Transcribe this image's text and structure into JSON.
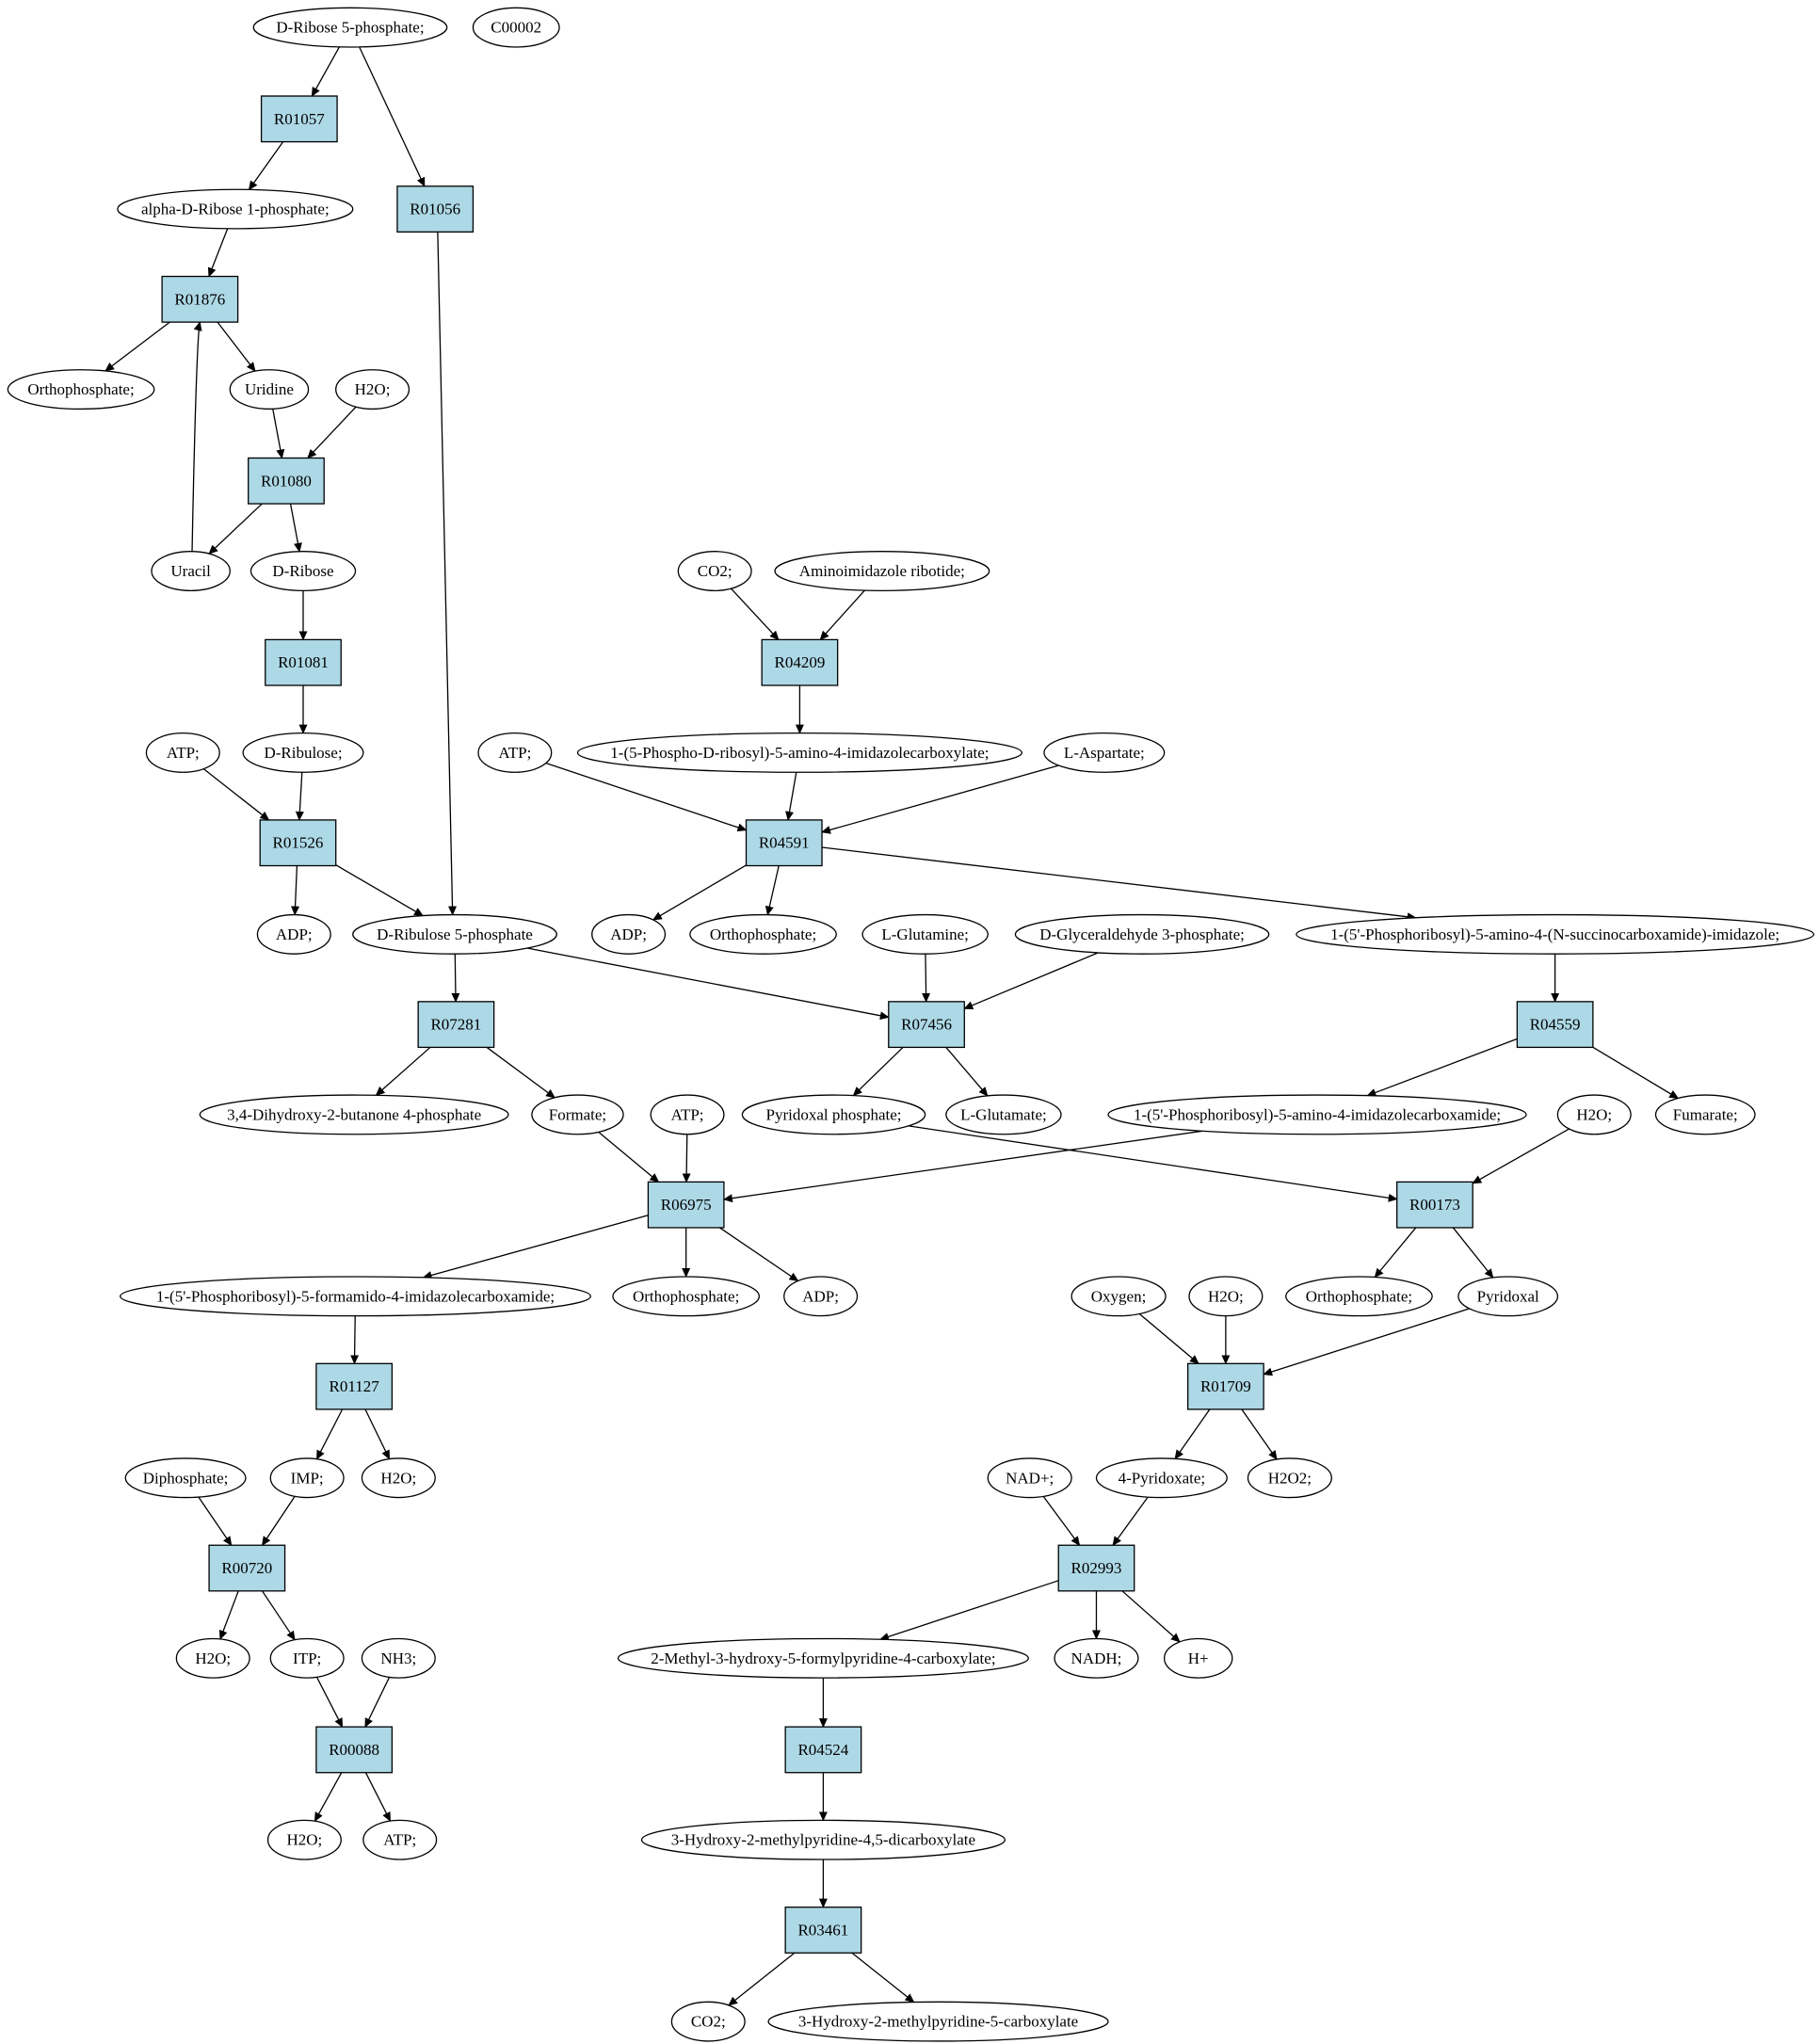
{
  "nodes": [
    {
      "id": "n_r5p",
      "label": "D-Ribose 5-phosphate;",
      "kind": "compound",
      "fill": "#00ee00"
    },
    {
      "id": "n_c00002",
      "label": "C00002",
      "kind": "compound",
      "fill": "#ffff00"
    },
    {
      "id": "R01057",
      "label": "R01057",
      "kind": "reaction"
    },
    {
      "id": "R01056",
      "label": "R01056",
      "kind": "reaction"
    },
    {
      "id": "n_adr1p",
      "label": "alpha-D-Ribose 1-phosphate;",
      "kind": "compound"
    },
    {
      "id": "R01876",
      "label": "R01876",
      "kind": "reaction"
    },
    {
      "id": "n_ortho1",
      "label": "Orthophosphate;",
      "kind": "compound"
    },
    {
      "id": "n_uridine",
      "label": "Uridine",
      "kind": "compound"
    },
    {
      "id": "n_h2o_a",
      "label": "H2O;",
      "kind": "compound"
    },
    {
      "id": "R01080",
      "label": "R01080",
      "kind": "reaction"
    },
    {
      "id": "n_uracil",
      "label": "Uracil",
      "kind": "compound"
    },
    {
      "id": "n_dribose",
      "label": "D-Ribose",
      "kind": "compound"
    },
    {
      "id": "R01081",
      "label": "R01081",
      "kind": "reaction"
    },
    {
      "id": "n_atp_a",
      "label": "ATP;",
      "kind": "compound"
    },
    {
      "id": "n_dribulose",
      "label": "D-Ribulose;",
      "kind": "compound"
    },
    {
      "id": "R01526",
      "label": "R01526",
      "kind": "reaction"
    },
    {
      "id": "n_adp_a",
      "label": "ADP;",
      "kind": "compound"
    },
    {
      "id": "n_ru5p",
      "label": "D-Ribulose 5-phosphate",
      "kind": "compound"
    },
    {
      "id": "n_co2_a",
      "label": "CO2;",
      "kind": "compound"
    },
    {
      "id": "n_air",
      "label": "Aminoimidazole ribotide;",
      "kind": "compound"
    },
    {
      "id": "R04209",
      "label": "R04209",
      "kind": "reaction"
    },
    {
      "id": "n_atp_b",
      "label": "ATP;",
      "kind": "compound"
    },
    {
      "id": "n_cair",
      "label": "1-(5-Phospho-D-ribosyl)-5-amino-4-imidazolecarboxylate;",
      "kind": "compound"
    },
    {
      "id": "n_asp",
      "label": "L-Aspartate;",
      "kind": "compound"
    },
    {
      "id": "R04591",
      "label": "R04591",
      "kind": "reaction"
    },
    {
      "id": "n_adp_b",
      "label": "ADP;",
      "kind": "compound"
    },
    {
      "id": "n_ortho2",
      "label": "Orthophosphate;",
      "kind": "compound"
    },
    {
      "id": "n_gln",
      "label": "L-Glutamine;",
      "kind": "compound"
    },
    {
      "id": "n_g3p",
      "label": "D-Glyceraldehyde 3-phosphate;",
      "kind": "compound"
    },
    {
      "id": "n_saicar",
      "label": "1-(5'-Phosphoribosyl)-5-amino-4-(N-succinocarboxamide)-imidazole;",
      "kind": "compound"
    },
    {
      "id": "R07281",
      "label": "R07281",
      "kind": "reaction"
    },
    {
      "id": "R07456",
      "label": "R07456",
      "kind": "reaction"
    },
    {
      "id": "R04559",
      "label": "R04559",
      "kind": "reaction"
    },
    {
      "id": "n_dhbp",
      "label": "3,4-Dihydroxy-2-butanone 4-phosphate",
      "kind": "compound"
    },
    {
      "id": "n_formate",
      "label": "Formate;",
      "kind": "compound"
    },
    {
      "id": "n_atp_c",
      "label": "ATP;",
      "kind": "compound"
    },
    {
      "id": "n_plp",
      "label": "Pyridoxal phosphate;",
      "kind": "compound"
    },
    {
      "id": "n_glu",
      "label": "L-Glutamate;",
      "kind": "compound"
    },
    {
      "id": "n_aicar",
      "label": "1-(5'-Phosphoribosyl)-5-amino-4-imidazolecarboxamide;",
      "kind": "compound"
    },
    {
      "id": "n_h2o_b",
      "label": "H2O;",
      "kind": "compound"
    },
    {
      "id": "n_fumarate",
      "label": "Fumarate;",
      "kind": "compound"
    },
    {
      "id": "R06975",
      "label": "R06975",
      "kind": "reaction"
    },
    {
      "id": "R00173",
      "label": "R00173",
      "kind": "reaction"
    },
    {
      "id": "n_faicar",
      "label": "1-(5'-Phosphoribosyl)-5-formamido-4-imidazolecarboxamide;",
      "kind": "compound"
    },
    {
      "id": "n_ortho3",
      "label": "Orthophosphate;",
      "kind": "compound"
    },
    {
      "id": "n_adp_c",
      "label": "ADP;",
      "kind": "compound"
    },
    {
      "id": "n_oxygen",
      "label": "Oxygen;",
      "kind": "compound"
    },
    {
      "id": "n_h2o_c",
      "label": "H2O;",
      "kind": "compound"
    },
    {
      "id": "n_ortho4",
      "label": "Orthophosphate;",
      "kind": "compound"
    },
    {
      "id": "n_pyridoxal",
      "label": "Pyridoxal",
      "kind": "compound"
    },
    {
      "id": "R01127",
      "label": "R01127",
      "kind": "reaction"
    },
    {
      "id": "R01709",
      "label": "R01709",
      "kind": "reaction"
    },
    {
      "id": "n_diphos",
      "label": "Diphosphate;",
      "kind": "compound"
    },
    {
      "id": "n_imp",
      "label": "IMP;",
      "kind": "compound"
    },
    {
      "id": "n_h2o_d",
      "label": "H2O;",
      "kind": "compound"
    },
    {
      "id": "n_nad",
      "label": "NAD+;",
      "kind": "compound"
    },
    {
      "id": "n_4pa",
      "label": "4-Pyridoxate;",
      "kind": "compound"
    },
    {
      "id": "n_h2o2",
      "label": "H2O2;",
      "kind": "compound"
    },
    {
      "id": "R00720",
      "label": "R00720",
      "kind": "reaction"
    },
    {
      "id": "R02993",
      "label": "R02993",
      "kind": "reaction"
    },
    {
      "id": "n_h2o_e",
      "label": "H2O;",
      "kind": "compound"
    },
    {
      "id": "n_itp",
      "label": "ITP;",
      "kind": "compound"
    },
    {
      "id": "n_nh3",
      "label": "NH3;",
      "kind": "compound"
    },
    {
      "id": "n_mhfpc",
      "label": "2-Methyl-3-hydroxy-5-formylpyridine-4-carboxylate;",
      "kind": "compound"
    },
    {
      "id": "n_nadh",
      "label": "NADH;",
      "kind": "compound"
    },
    {
      "id": "n_hplus",
      "label": "H+",
      "kind": "compound"
    },
    {
      "id": "R00088",
      "label": "R00088",
      "kind": "reaction"
    },
    {
      "id": "R04524",
      "label": "R04524",
      "kind": "reaction"
    },
    {
      "id": "n_h2o_f",
      "label": "H2O;",
      "kind": "compound"
    },
    {
      "id": "n_atp_d",
      "label": "ATP;",
      "kind": "compound"
    },
    {
      "id": "n_hmpdc",
      "label": "3-Hydroxy-2-methylpyridine-4,5-dicarboxylate",
      "kind": "compound"
    },
    {
      "id": "R03461",
      "label": "R03461",
      "kind": "reaction"
    },
    {
      "id": "n_co2_b",
      "label": "CO2;",
      "kind": "compound"
    },
    {
      "id": "n_hmpc",
      "label": "3-Hydroxy-2-methylpyridine-5-carboxylate",
      "kind": "compound"
    }
  ],
  "edges": [
    [
      "n_r5p",
      "R01057"
    ],
    [
      "n_r5p",
      "R01056"
    ],
    [
      "R01057",
      "n_adr1p"
    ],
    [
      "n_adr1p",
      "R01876"
    ],
    [
      "R01876",
      "n_ortho1"
    ],
    [
      "R01876",
      "n_uridine"
    ],
    [
      "n_uracil",
      "R01876"
    ],
    [
      "n_uridine",
      "R01080"
    ],
    [
      "n_h2o_a",
      "R01080"
    ],
    [
      "R01080",
      "n_uracil"
    ],
    [
      "R01080",
      "n_dribose"
    ],
    [
      "n_dribose",
      "R01081"
    ],
    [
      "R01081",
      "n_dribulose"
    ],
    [
      "n_atp_a",
      "R01526"
    ],
    [
      "n_dribulose",
      "R01526"
    ],
    [
      "R01526",
      "n_adp_a"
    ],
    [
      "R01526",
      "n_ru5p"
    ],
    [
      "R01056",
      "n_ru5p"
    ],
    [
      "n_co2_a",
      "R04209"
    ],
    [
      "n_air",
      "R04209"
    ],
    [
      "R04209",
      "n_cair"
    ],
    [
      "n_atp_b",
      "R04591"
    ],
    [
      "n_cair",
      "R04591"
    ],
    [
      "n_asp",
      "R04591"
    ],
    [
      "R04591",
      "n_adp_b"
    ],
    [
      "R04591",
      "n_ortho2"
    ],
    [
      "R04591",
      "n_saicar"
    ],
    [
      "n_ru5p",
      "R07281"
    ],
    [
      "n_ru5p",
      "R07456"
    ],
    [
      "n_gln",
      "R07456"
    ],
    [
      "n_g3p",
      "R07456"
    ],
    [
      "n_saicar",
      "R04559"
    ],
    [
      "R07281",
      "n_dhbp"
    ],
    [
      "R07281",
      "n_formate"
    ],
    [
      "R07456",
      "n_plp"
    ],
    [
      "R07456",
      "n_glu"
    ],
    [
      "R04559",
      "n_aicar"
    ],
    [
      "R04559",
      "n_fumarate"
    ],
    [
      "n_formate",
      "R06975"
    ],
    [
      "n_atp_c",
      "R06975"
    ],
    [
      "n_aicar",
      "R06975"
    ],
    [
      "n_plp",
      "R00173"
    ],
    [
      "n_h2o_b",
      "R00173"
    ],
    [
      "R06975",
      "n_faicar"
    ],
    [
      "R06975",
      "n_ortho3"
    ],
    [
      "R06975",
      "n_adp_c"
    ],
    [
      "R00173",
      "n_ortho4"
    ],
    [
      "R00173",
      "n_pyridoxal"
    ],
    [
      "n_faicar",
      "R01127"
    ],
    [
      "n_oxygen",
      "R01709"
    ],
    [
      "n_h2o_c",
      "R01709"
    ],
    [
      "n_pyridoxal",
      "R01709"
    ],
    [
      "R01127",
      "n_imp"
    ],
    [
      "R01127",
      "n_h2o_d"
    ],
    [
      "R01709",
      "n_4pa"
    ],
    [
      "R01709",
      "n_h2o2"
    ],
    [
      "n_diphos",
      "R00720"
    ],
    [
      "n_imp",
      "R00720"
    ],
    [
      "n_nad",
      "R02993"
    ],
    [
      "n_4pa",
      "R02993"
    ],
    [
      "R00720",
      "n_h2o_e"
    ],
    [
      "R00720",
      "n_itp"
    ],
    [
      "R02993",
      "n_mhfpc"
    ],
    [
      "R02993",
      "n_nadh"
    ],
    [
      "R02993",
      "n_hplus"
    ],
    [
      "n_itp",
      "R00088"
    ],
    [
      "n_nh3",
      "R00088"
    ],
    [
      "n_mhfpc",
      "R04524"
    ],
    [
      "R00088",
      "n_h2o_f"
    ],
    [
      "R00088",
      "n_atp_d"
    ],
    [
      "R04524",
      "n_hmpdc"
    ],
    [
      "n_hmpdc",
      "R03461"
    ],
    [
      "R03461",
      "n_co2_b"
    ],
    [
      "R03461",
      "n_hmpc"
    ]
  ]
}
